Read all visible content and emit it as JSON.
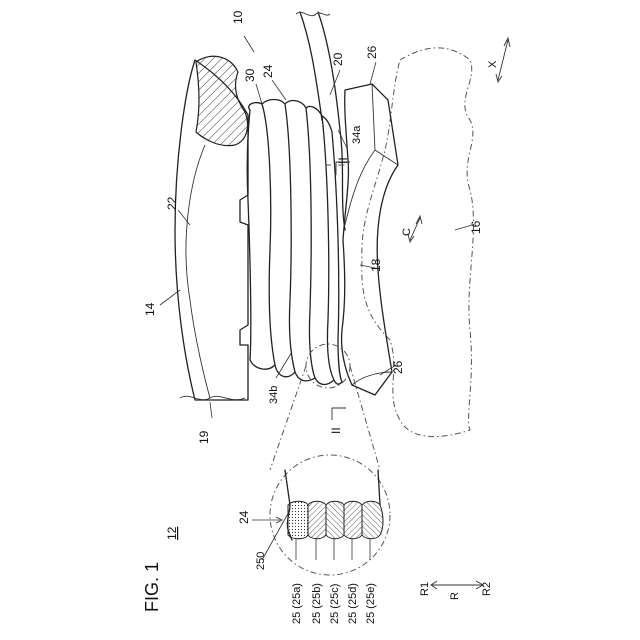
{
  "figure": {
    "title": "FIG. 1",
    "fig_number": "12"
  },
  "labels": {
    "l10": "10",
    "l14": "14",
    "l16": "16",
    "l18": "18",
    "l19": "19",
    "l20": "20",
    "l22": "22",
    "l24a": "24",
    "l24b": "24",
    "l26a": "26",
    "l26b": "26",
    "l30": "30",
    "l34a": "34a",
    "l34b": "34b",
    "l250": "250",
    "lII_top": "II",
    "lII_bottom": "II"
  },
  "wires": [
    "25 (25a)",
    "25 (25b)",
    "25 (25c)",
    "25 (25d)",
    "25 (25e)"
  ],
  "directions": {
    "x": "X",
    "c": "C",
    "r1": "R1",
    "r": "R",
    "r2": "R2"
  }
}
